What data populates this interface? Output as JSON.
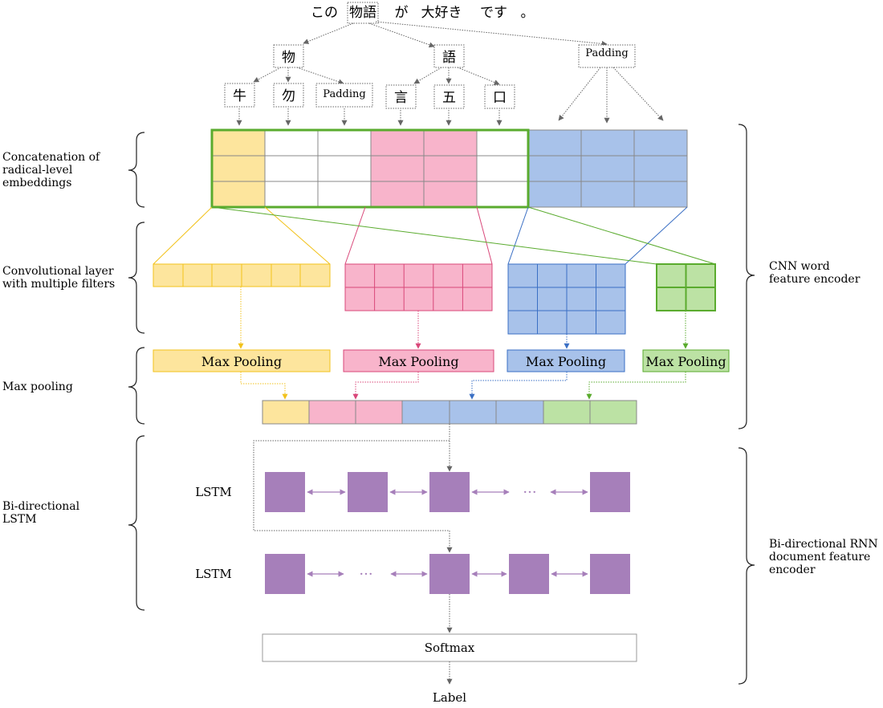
{
  "sentence": {
    "tokens": [
      "この",
      "物語",
      "が",
      "大好き",
      "です",
      "。"
    ],
    "boxed_token": "物語"
  },
  "characters": {
    "char1": "物",
    "char2": "語",
    "padding": "Padding"
  },
  "radicals": {
    "r1": "牛",
    "r2": "勿",
    "r3_padding": "Padding",
    "r4": "言",
    "r5": "五",
    "r6": "口"
  },
  "left_labels": {
    "concat": [
      "Concatenation of",
      "radical-level",
      "embeddings"
    ],
    "conv": [
      "Convolutional layer",
      "with multiple filters"
    ],
    "maxpool": [
      "Max pooling"
    ],
    "bilstm": [
      "Bi-directional",
      "LSTM"
    ]
  },
  "right_labels": {
    "cnn": [
      "CNN word",
      "feature encoder"
    ],
    "rnn": [
      "Bi-directional RNN",
      "document feature",
      "encoder"
    ]
  },
  "pooling_label": "Max Pooling",
  "lstm_label": "LSTM",
  "ellipsis": "···",
  "softmax_label": "Softmax",
  "output_label": "Label",
  "colors": {
    "yellow": "#fde59d",
    "yellow_stroke": "#f2c21b",
    "pink": "#f8b4cb",
    "pink_stroke": "#d9487a",
    "blue": "#a8c2ea",
    "blue_stroke": "#3a6fc4",
    "green": "#bce2a4",
    "green_stroke": "#5aab2e",
    "purple": "#a67fba",
    "purple_arrow": "#a67fba",
    "gray": "#666666"
  }
}
